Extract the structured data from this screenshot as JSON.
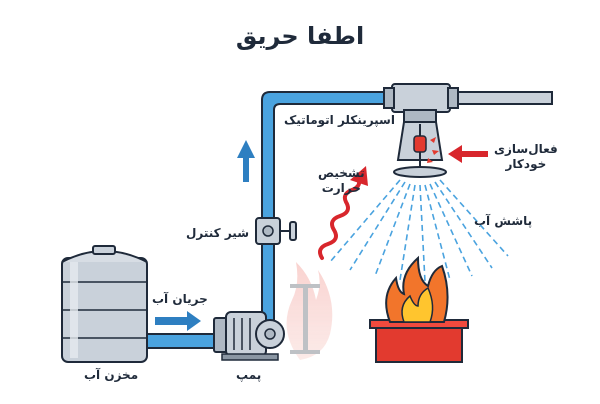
{
  "title": "اطفا حریق",
  "labels": {
    "sprinkler": "اسپرینکلر اتوماتیک",
    "activation_line1": "فعال‌سازی",
    "activation_line2": "خودکار",
    "heat_detection_line1": "تشخیص",
    "heat_detection_line2": "حرارت",
    "water_spray": "پاشش آب",
    "control_valve": "شیر کنترل",
    "water_flow": "جریان آب",
    "water_tank": "مخزن آب",
    "pump": "پمپ"
  },
  "colors": {
    "pipe": "#4aa3df",
    "pipe_outline": "#1f2a3a",
    "arrow_blue": "#2e7fc1",
    "arrow_red": "#d8262c",
    "fire_orange": "#f2752b",
    "fire_yellow": "#ffc52e",
    "tray": "#e23a2f",
    "metal": "#c9d1da"
  },
  "icons": [
    "water-tank-icon",
    "pump-icon",
    "control-valve-icon",
    "sprinkler-head-icon",
    "fire-icon",
    "heat-wave-arrow-icon",
    "flow-arrow-icon"
  ]
}
